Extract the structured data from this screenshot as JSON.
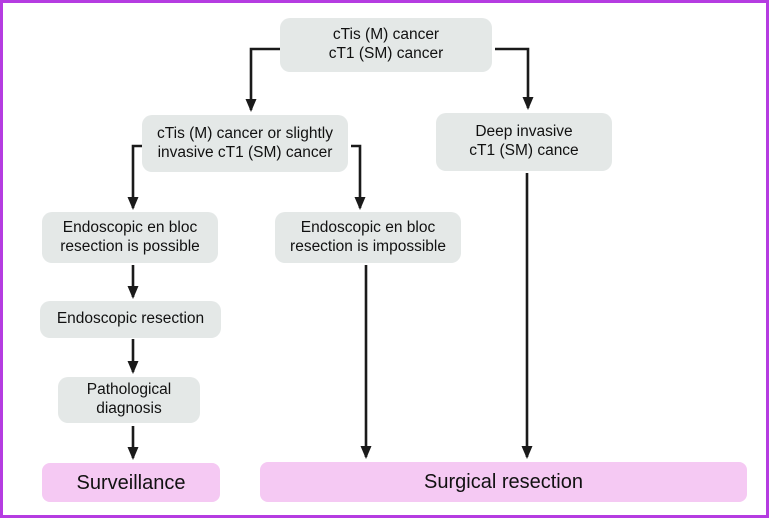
{
  "colors": {
    "frame_border": "#b53ce1",
    "node_fill": "#e4e8e7",
    "outcome_fill": "#f5c9f3",
    "arrow": "#1a1a1a",
    "text": "#111111"
  },
  "nodes": {
    "root": {
      "text": "cTis (M) cancer\ncT1 (SM) cancer"
    },
    "slightly_invasive": {
      "text": "cTis (M) cancer or slightly\ninvasive cT1 (SM) cancer"
    },
    "deep_invasive": {
      "text": "Deep invasive\ncT1 (SM) cance"
    },
    "en_bloc_possible": {
      "text": "Endoscopic en bloc\nresection is possible"
    },
    "en_bloc_impossible": {
      "text": "Endoscopic en bloc\nresection is impossible"
    },
    "endoscopic_resection": {
      "text": "Endoscopic resection"
    },
    "pathological_diagnosis": {
      "text": "Pathological\ndiagnosis"
    },
    "surveillance": {
      "text": "Surveillance"
    },
    "surgical_resection": {
      "text": "Surgical resection"
    }
  }
}
